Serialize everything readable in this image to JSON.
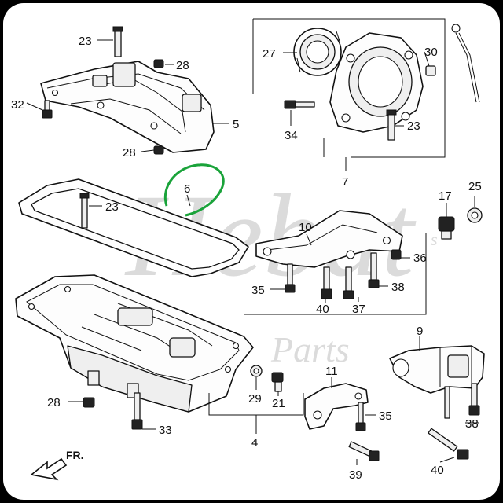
{
  "watermark": {
    "main": "Hebat",
    "sub": "Parts",
    "small": "s"
  },
  "orientation_label": "FR.",
  "highlight_color": "#1aa33a",
  "callouts": [
    {
      "id": "c23a",
      "label": "23"
    },
    {
      "id": "c28a",
      "label": "28"
    },
    {
      "id": "c32",
      "label": "32"
    },
    {
      "id": "c5",
      "label": "5"
    },
    {
      "id": "c28b",
      "label": "28"
    },
    {
      "id": "c27",
      "label": "27"
    },
    {
      "id": "c30",
      "label": "30"
    },
    {
      "id": "c34",
      "label": "34"
    },
    {
      "id": "c23b",
      "label": "23"
    },
    {
      "id": "c7",
      "label": "7"
    },
    {
      "id": "c6",
      "label": "6"
    },
    {
      "id": "c23c",
      "label": "23"
    },
    {
      "id": "c17",
      "label": "17"
    },
    {
      "id": "c25",
      "label": "25"
    },
    {
      "id": "c10",
      "label": "10"
    },
    {
      "id": "c36",
      "label": "36"
    },
    {
      "id": "c35a",
      "label": "35"
    },
    {
      "id": "c38a",
      "label": "38"
    },
    {
      "id": "c40a",
      "label": "40"
    },
    {
      "id": "c37",
      "label": "37"
    },
    {
      "id": "c9",
      "label": "9"
    },
    {
      "id": "c11",
      "label": "11"
    },
    {
      "id": "c28c",
      "label": "28"
    },
    {
      "id": "c29",
      "label": "29"
    },
    {
      "id": "c21",
      "label": "21"
    },
    {
      "id": "c4",
      "label": "4"
    },
    {
      "id": "c35b",
      "label": "35"
    },
    {
      "id": "c38b",
      "label": "38"
    },
    {
      "id": "c33",
      "label": "33"
    },
    {
      "id": "c39",
      "label": "39"
    },
    {
      "id": "c40b",
      "label": "40"
    }
  ]
}
